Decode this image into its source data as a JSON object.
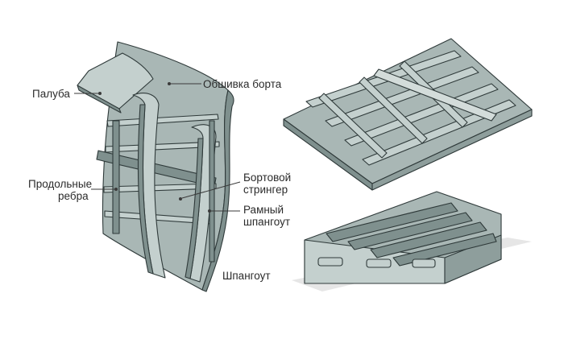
{
  "labels": {
    "deck": "Палуба",
    "side_shell": "Обшивка борта",
    "longitudinals_line1": "Продольные",
    "longitudinals_line2": "ребра",
    "side_stringer_line1": "Бортовой",
    "side_stringer_line2": "стрингер",
    "web_frame_line1": "Рамный",
    "web_frame_line2": "шпангоут",
    "frame": "Шпангоут"
  },
  "colors": {
    "plate": "#a9b7b5",
    "plate_light": "#c4d0ce",
    "plate_dark": "#7f908e",
    "outline": "#2f3a3a",
    "shadow": "#e6e6e6"
  }
}
